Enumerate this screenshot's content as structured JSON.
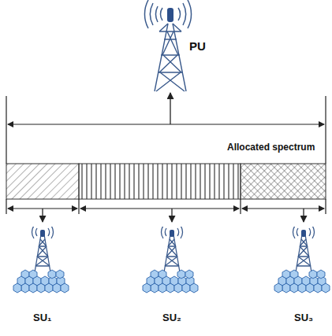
{
  "diagram": {
    "nodes": [
      {
        "text": [
          "PU"
        ]
      },
      {
        "text": [
          "Allocated spectrum"
        ]
      },
      {
        "text": [
          "SU₁"
        ]
      },
      {
        "text": [
          "SU₂"
        ]
      },
      {
        "text": [
          "SU₃"
        ]
      }
    ],
    "edges": [
      {
        "from": 1,
        "to": 0,
        "arrow": "to"
      },
      {
        "from": 1,
        "to": 2,
        "arrow": "to"
      },
      {
        "from": 1,
        "to": 3,
        "arrow": "to"
      },
      {
        "from": 1,
        "to": 4,
        "arrow": "to"
      }
    ]
  }
}
